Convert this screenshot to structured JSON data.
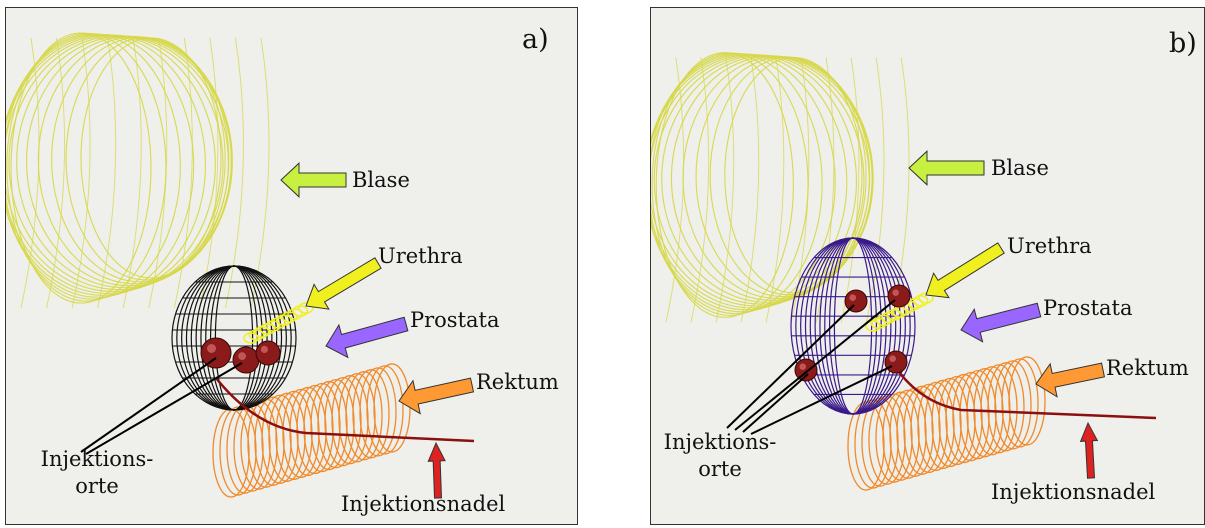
{
  "panels": [
    {
      "id": "a",
      "panel_label": "a)",
      "labels": {
        "blase": "Blase",
        "urethra": "Urethra",
        "prostata": "Prostata",
        "rektum": "Rektum",
        "injektionsorte_line1": "Injektions-",
        "injektionsorte_line2": "orte",
        "injektionsnadel": "Injektionsnadel"
      }
    },
    {
      "id": "b",
      "panel_label": "b)",
      "labels": {
        "blase": "Blase",
        "urethra": "Urethra",
        "prostata": "Prostata",
        "rektum": "Rektum",
        "injektionsorte_line1": "Injektions-",
        "injektionsorte_line2": "orte",
        "injektionsnadel": "Injektionsnadel"
      }
    }
  ],
  "colors": {
    "bladder": "#d6d84a",
    "prostata_a": "#111111",
    "prostata_b": "#3a1a8a",
    "rectum": "#f08a2a",
    "needle": "#8a1010",
    "arrow_blase": "#c8f040",
    "arrow_urethra": "#f0f020",
    "arrow_prostata": "#9966ff",
    "arrow_rektum": "#ff9933",
    "arrow_nadel": "#dd2222"
  }
}
